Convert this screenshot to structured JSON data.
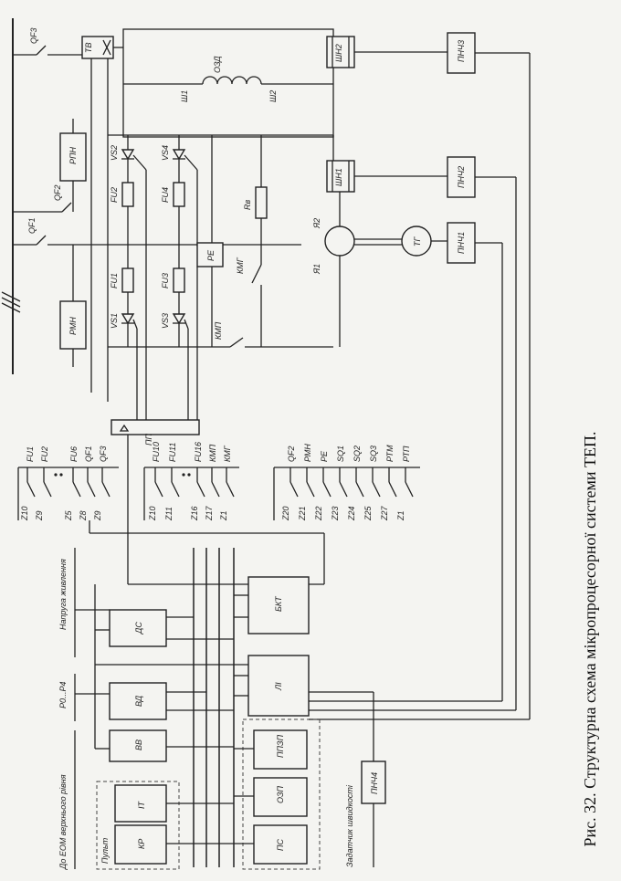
{
  "caption": "Рис. 32. Структурна схема мікропроцесорної системи ТЕП.",
  "power": {
    "breakers": [
      "QF3",
      "QF2",
      "QF1"
    ],
    "relays": [
      "РПН",
      "РМН"
    ],
    "field_winding": "ОЗД",
    "field_terminals": [
      "Ш1",
      "Ш2"
    ],
    "tv": "ТВ",
    "motor_terminals": [
      "Я1",
      "Я2"
    ],
    "tachogenerator": "ТГ",
    "shunts": [
      "ШН2",
      "ШН1"
    ],
    "transducers": [
      "ПНЧ3",
      "ПНЧ2",
      "ПНЧ1",
      "ПНЧ4"
    ],
    "thyristors": [
      "VS2",
      "VS4",
      "VS1",
      "VS3"
    ],
    "fuses": [
      "FU2",
      "FU4",
      "FU1",
      "FU3"
    ],
    "resistor": "Rв",
    "relay_re": "РЕ",
    "contactors": [
      "КМГ",
      "КМП"
    ],
    "pulse_former": "ПП"
  },
  "sensors": {
    "group1_top": [
      "FU1",
      "FU2",
      "FU6",
      "QF1",
      "QF3"
    ],
    "group1_z": [
      "Z10",
      "Z9",
      "Z5",
      "Z8",
      "Z9"
    ],
    "group2_top": [
      "FU10",
      "FU11",
      "FU16",
      "КМП",
      "КМГ"
    ],
    "group2_z": [
      "Z10",
      "Z11",
      "Z16",
      "Z17",
      "Z1"
    ],
    "group3_top": [
      "QF2",
      "РМН",
      "РЕ",
      "SQ1",
      "SQ2",
      "SQ3",
      "РТМ",
      "РТП"
    ],
    "group3_z": [
      "Z20",
      "Z21",
      "Z22",
      "Z23",
      "Z24",
      "Z25",
      "Z27",
      "Z1"
    ]
  },
  "control": {
    "blocks": [
      "ДС",
      "ВД",
      "ВВ",
      "ІТ",
      "КР",
      "БКТ",
      "ЛІ",
      "ППЗП",
      "ОЗП",
      "ПС"
    ],
    "pult": "Пульт",
    "io_labels": [
      "Напруга живлення",
      "Р0...Р4",
      "До ЕОМ верхнього рівня",
      "Задатчик швидкості"
    ]
  }
}
